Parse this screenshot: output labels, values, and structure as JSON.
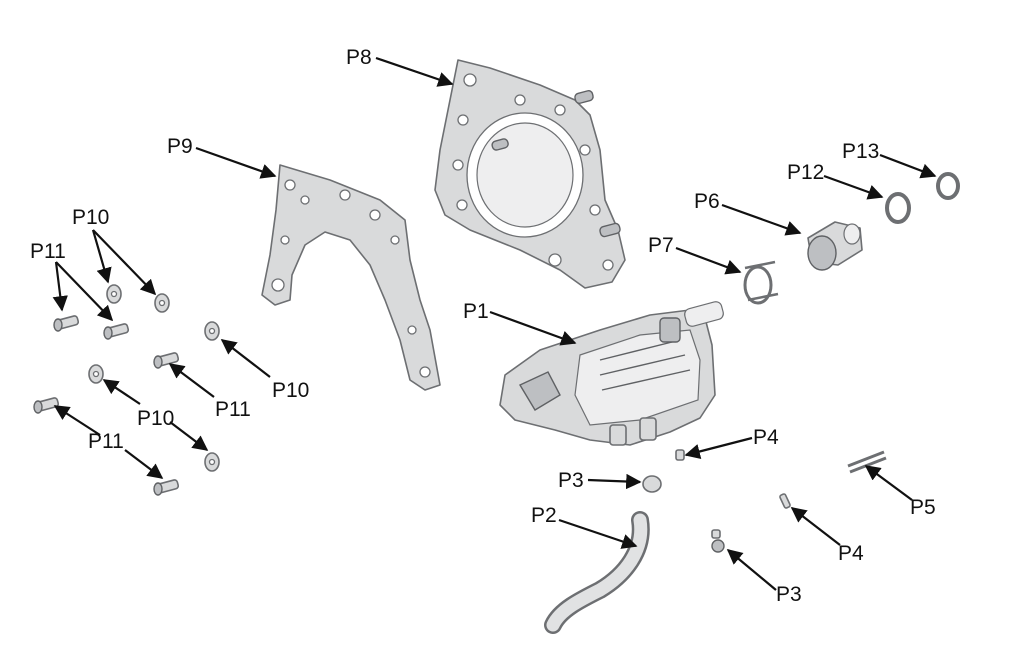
{
  "labels": {
    "p1": "P1",
    "p2": "P2",
    "p3a": "P3",
    "p3b": "P3",
    "p4a": "P4",
    "p4b": "P4",
    "p5": "P5",
    "p6": "P6",
    "p7": "P7",
    "p8": "P8",
    "p9": "P9",
    "p10a": "P10",
    "p10b": "P10",
    "p10c": "P10",
    "p11a": "P11",
    "p11b": "P11",
    "p11c": "P11",
    "p12": "P12",
    "p13": "P13"
  },
  "colors": {
    "part_fill": "#d9dadb",
    "part_stroke": "#6d6f72",
    "label_text": "#111111",
    "background": "#ffffff"
  }
}
